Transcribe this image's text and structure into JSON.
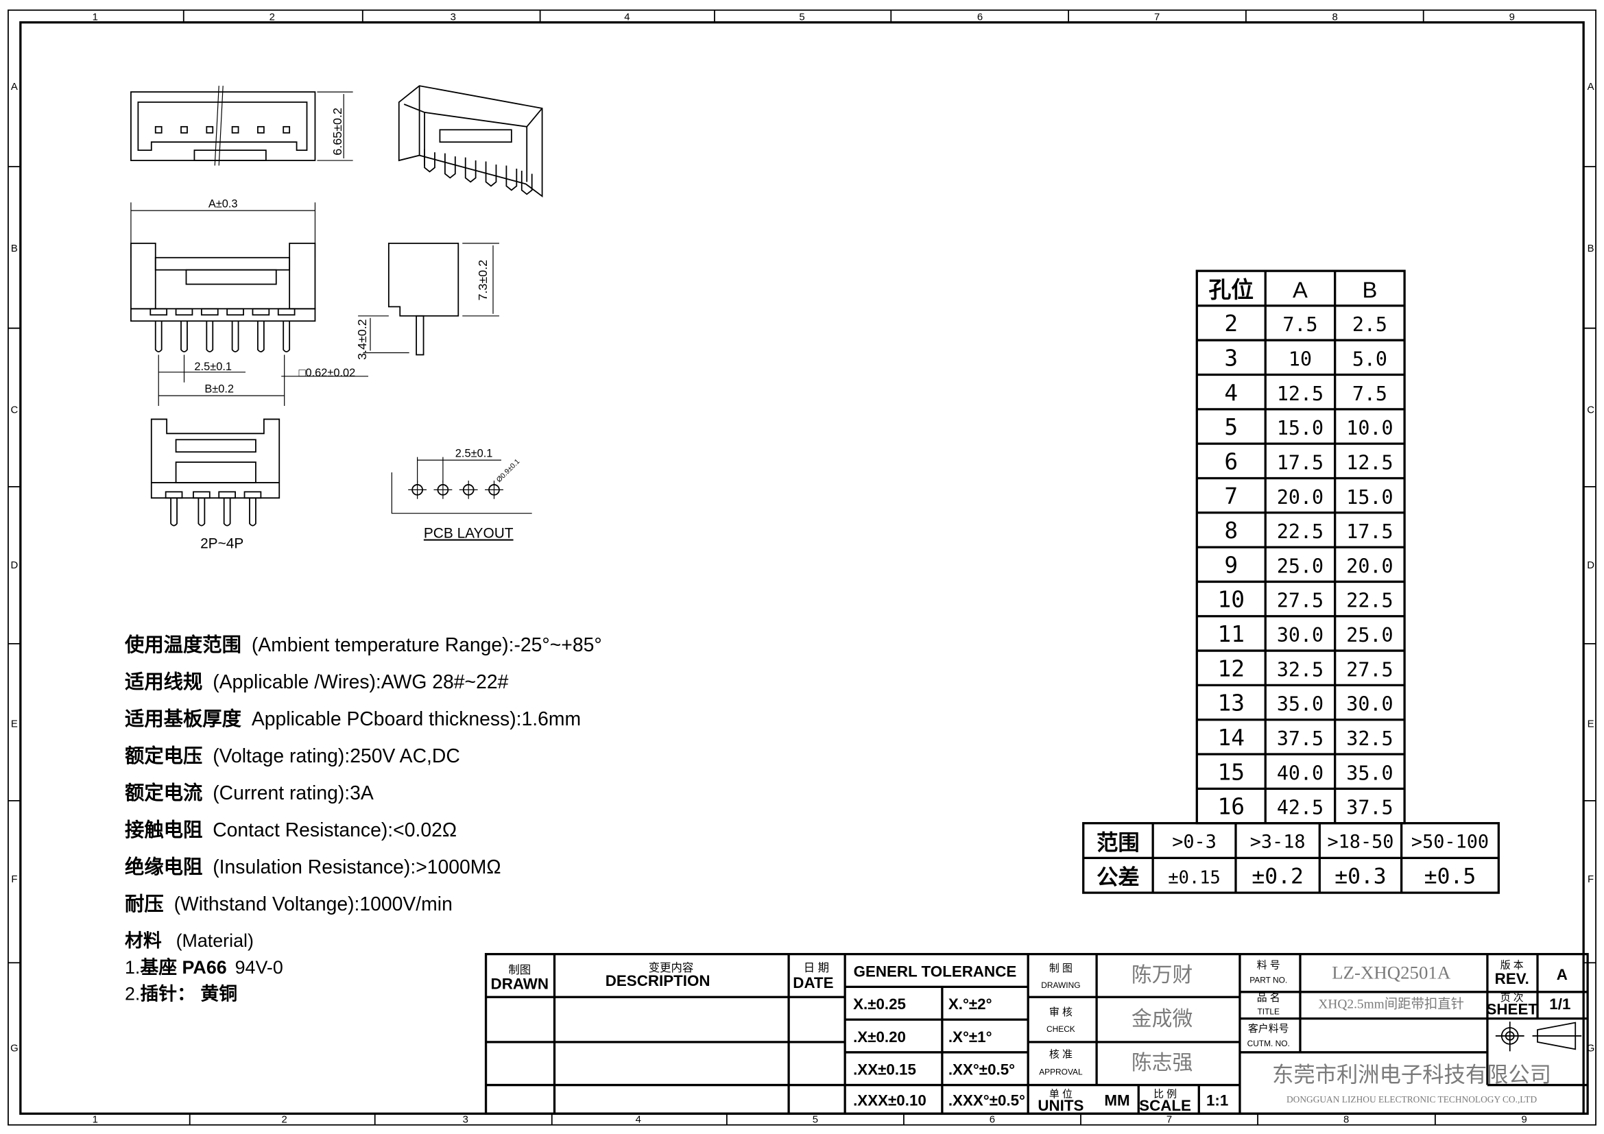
{
  "frame": {
    "zone_numbers": [
      "1",
      "2",
      "3",
      "4",
      "5",
      "6",
      "7",
      "8",
      "9"
    ],
    "zone_letters": [
      "A",
      "B",
      "C",
      "D",
      "E",
      "F",
      "G"
    ]
  },
  "drawing": {
    "dim_height_top": "6.65±0.2",
    "dim_a": "A±0.3",
    "dim_pitch": "2.5±0.1",
    "dim_b": "B±0.2",
    "dim_pin": "□0.62±0.02",
    "dim_height_side": "7.3±0.2",
    "dim_pin_len": "3.4±0.2",
    "small_view_label": "2P~4P",
    "pcb_pitch": "2.5±0.1",
    "pcb_hole": "Ø0.9±0.1",
    "pcb_label": "PCB LAYOUT"
  },
  "specs": [
    {
      "cn": "使用温度范围",
      "en": "(Ambient temperature Range):-25°~+85°"
    },
    {
      "cn": "适用线规",
      "en": "(Applicable /Wires):AWG 28#~22#"
    },
    {
      "cn": "适用基板厚度",
      "en": "Applicable PCboard thickness):1.6mm"
    },
    {
      "cn": "额定电压",
      "en": "(Voltage rating):250V AC,DC"
    },
    {
      "cn": "额定电流",
      "en": "(Current rating):3A"
    },
    {
      "cn": "接触电阻",
      "en": "Contact Resistance):<0.02Ω"
    },
    {
      "cn": "绝缘电阻",
      "en": "(Insulation Resistance):>1000MΩ"
    },
    {
      "cn": "耐压",
      "en": "(Withstand Voltange):1000V/min"
    }
  ],
  "material": {
    "title_cn": "材料",
    "title_en": "(Material)",
    "item1_prefix": "1.",
    "item1_cn": "基座 PA66",
    "item1_en": "94V-0",
    "item2_prefix": "2.",
    "item2_cn": "插针：  黄铜"
  },
  "pin_table": {
    "headers": [
      "孔位",
      "A",
      "B"
    ],
    "rows": [
      [
        "2",
        "7.5",
        "2.5"
      ],
      [
        "3",
        "10",
        "5.0"
      ],
      [
        "4",
        "12.5",
        "7.5"
      ],
      [
        "5",
        "15.0",
        "10.0"
      ],
      [
        "6",
        "17.5",
        "12.5"
      ],
      [
        "7",
        "20.0",
        "15.0"
      ],
      [
        "8",
        "22.5",
        "17.5"
      ],
      [
        "9",
        "25.0",
        "20.0"
      ],
      [
        "10",
        "27.5",
        "22.5"
      ],
      [
        "11",
        "30.0",
        "25.0"
      ],
      [
        "12",
        "32.5",
        "27.5"
      ],
      [
        "13",
        "35.0",
        "30.0"
      ],
      [
        "14",
        "37.5",
        "32.5"
      ],
      [
        "15",
        "40.0",
        "35.0"
      ],
      [
        "16",
        "42.5",
        "37.5"
      ]
    ]
  },
  "range_table": {
    "range_label": "范围",
    "tol_label": "公差",
    "ranges": [
      ">0-3",
      ">3-18",
      ">18-50",
      ">50-100"
    ],
    "tolerances": [
      "±0.15",
      "±0.2",
      "±0.3",
      "±0.5"
    ]
  },
  "title_block": {
    "drawn_cn": "制图",
    "drawn_en": "DRAWN",
    "desc_cn": "变更内容",
    "desc_en": "DESCRIPTION",
    "date_cn": "日 期",
    "date_en": "DATE",
    "gen_tol": "GENERL TOLERANCE",
    "tol": [
      [
        "X.±0.25",
        "X.°±2°"
      ],
      [
        ".X±0.20",
        ".X°±1°"
      ],
      [
        ".XX±0.15",
        ".XX°±0.5°"
      ],
      [
        ".XXX±0.10",
        ".XXX°±0.5°"
      ]
    ],
    "drawing_cn": "制 图",
    "drawing_en": "DRAWING",
    "drawing_name": "陈万财",
    "check_cn": "审 核",
    "check_en": "CHECK",
    "check_name": "金成微",
    "approval_cn": "核 准",
    "approval_en": "APPROVAL",
    "approval_name": "陈志强",
    "units_cn": "单 位",
    "units_en": "UNITS",
    "units_val": "MM",
    "scale_cn": "比 例",
    "scale_en": "SCALE",
    "scale_val": "1:1",
    "part_cn": "料 号",
    "part_en": "PART NO.",
    "part_no": "LZ-XHQ2501A",
    "rev_cn": "版 本",
    "rev_en": "REV.",
    "rev_val": "A",
    "title_cn": "品 名",
    "title_en": "TITLE",
    "title_val": "XHQ2.5mm间距带扣直针",
    "sheet_cn": "页 次",
    "sheet_en": "SHEET",
    "sheet_val": "1/1",
    "cust_cn": "客户料号",
    "cust_en": "CUTM. NO.",
    "company_cn": "东莞市利洲电子科技有限公司",
    "company_en": "DONGGUAN LIZHOU ELECTRONIC TECHNOLOGY CO.,LTD"
  }
}
